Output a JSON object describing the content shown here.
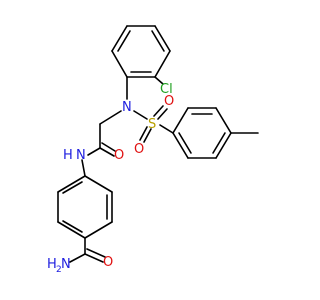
{
  "molecule": {
    "atoms": {
      "cl": {
        "text": "Cl",
        "color": "#1fa01f"
      },
      "n_sulfonamide": {
        "text": "N",
        "color": "#2020e0"
      },
      "s": {
        "text": "S",
        "color": "#b8a000"
      },
      "o_s_left": {
        "text": "O",
        "color": "#e01010"
      },
      "o_s_right": {
        "text": "O",
        "color": "#e01010"
      },
      "n_amide": {
        "text": "N",
        "color": "#2020e0"
      },
      "h_amide": {
        "text": "H",
        "color": "#2020e0"
      },
      "o_amide": {
        "text": "O",
        "color": "#e01010"
      },
      "o_carboxamide": {
        "text": "O",
        "color": "#e01010"
      },
      "n_carboxamide": {
        "text": "N",
        "color": "#2020e0"
      },
      "h2_carboxamide": {
        "text": "H",
        "color": "#2020e0"
      },
      "h2_sub": {
        "text": "2",
        "color": "#2020e0"
      }
    },
    "bond_color": "#000000"
  }
}
